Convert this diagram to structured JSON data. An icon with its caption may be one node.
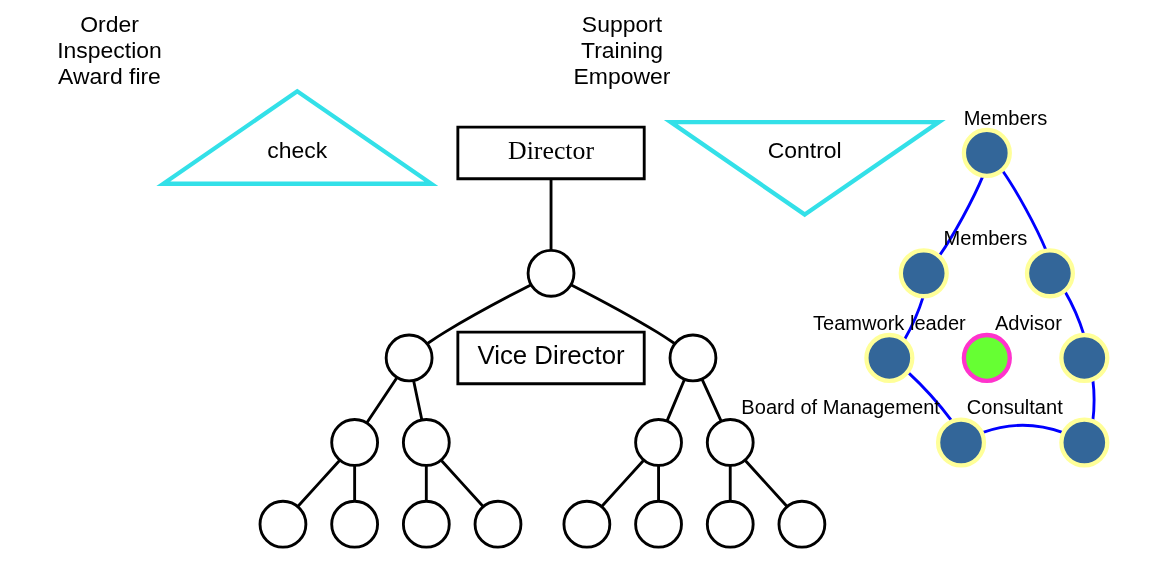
{
  "diagram": {
    "nodes": [
      {
        "text": [
          "check"
        ],
        "beside": [
          "Order",
          "Inspection",
          "Award fire"
        ]
      },
      {
        "text": [
          "Control"
        ],
        "beside": [
          "Support",
          "Training",
          "Empower"
        ]
      },
      {
        "text": [
          "Director"
        ]
      },
      {
        "text": [],
        "shape": "circle"
      },
      {
        "text": [],
        "shape": "circle"
      },
      {
        "text": [
          "Vice Director"
        ]
      },
      {
        "text": [],
        "shape": "circle"
      },
      {
        "text": [],
        "shape": "circle"
      },
      {
        "text": [],
        "shape": "circle"
      },
      {
        "text": [],
        "shape": "circle"
      },
      {
        "text": [],
        "shape": "circle"
      },
      {
        "text": [],
        "shape": "circle"
      },
      {
        "text": [],
        "shape": "circle"
      },
      {
        "text": [],
        "shape": "circle"
      },
      {
        "text": [],
        "shape": "circle"
      },
      {
        "text": [],
        "shape": "circle"
      },
      {
        "text": [],
        "shape": "circle"
      },
      {
        "text": [],
        "shape": "circle"
      },
      {
        "text": [],
        "shape": "circle"
      },
      {
        "text": [],
        "shape": "circle",
        "beside": [
          "Members"
        ]
      },
      {
        "text": [],
        "shape": "circle",
        "beside": [
          "Members"
        ]
      },
      {
        "text": [],
        "shape": "circle"
      },
      {
        "text": [],
        "shape": "circle",
        "beside": [
          "Teamwork leader"
        ]
      },
      {
        "text": [],
        "shape": "circle"
      },
      {
        "text": [],
        "shape": "circle",
        "beside": [
          "Advisor"
        ]
      },
      {
        "text": [],
        "shape": "circle",
        "beside": [
          "Board of Management"
        ]
      },
      {
        "text": [],
        "shape": "circle",
        "beside": [
          "Consultant"
        ]
      }
    ],
    "edges": [
      {
        "from": 2,
        "to": 3,
        "arrow": "none"
      },
      {
        "from": 3,
        "to": 4,
        "arrow": "none"
      },
      {
        "from": 3,
        "to": 6,
        "arrow": "none"
      },
      {
        "from": 4,
        "to": 7,
        "arrow": "none"
      },
      {
        "from": 4,
        "to": 8,
        "arrow": "none"
      },
      {
        "from": 6,
        "to": 9,
        "arrow": "none"
      },
      {
        "from": 6,
        "to": 10,
        "arrow": "none"
      },
      {
        "from": 7,
        "to": 11,
        "arrow": "none"
      },
      {
        "from": 7,
        "to": 12,
        "arrow": "none"
      },
      {
        "from": 8,
        "to": 13,
        "arrow": "none"
      },
      {
        "from": 8,
        "to": 14,
        "arrow": "none"
      },
      {
        "from": 9,
        "to": 15,
        "arrow": "none"
      },
      {
        "from": 9,
        "to": 16,
        "arrow": "none"
      },
      {
        "from": 10,
        "to": 17,
        "arrow": "none"
      },
      {
        "from": 10,
        "to": 18,
        "arrow": "none"
      },
      {
        "from": 19,
        "to": 20,
        "arrow": "none",
        "color": "#0000ff"
      },
      {
        "from": 20,
        "to": 24,
        "arrow": "none",
        "color": "#0000ff"
      },
      {
        "from": 24,
        "to": 26,
        "arrow": "none",
        "color": "#0000ff"
      },
      {
        "from": 26,
        "to": 25,
        "arrow": "none",
        "color": "#0000ff"
      },
      {
        "from": 25,
        "to": 23,
        "arrow": "none",
        "color": "#0000ff"
      },
      {
        "from": 23,
        "to": 21,
        "arrow": "none",
        "color": "#0000ff"
      },
      {
        "from": 21,
        "to": 19,
        "arrow": "none",
        "color": "#0000ff"
      }
    ]
  }
}
